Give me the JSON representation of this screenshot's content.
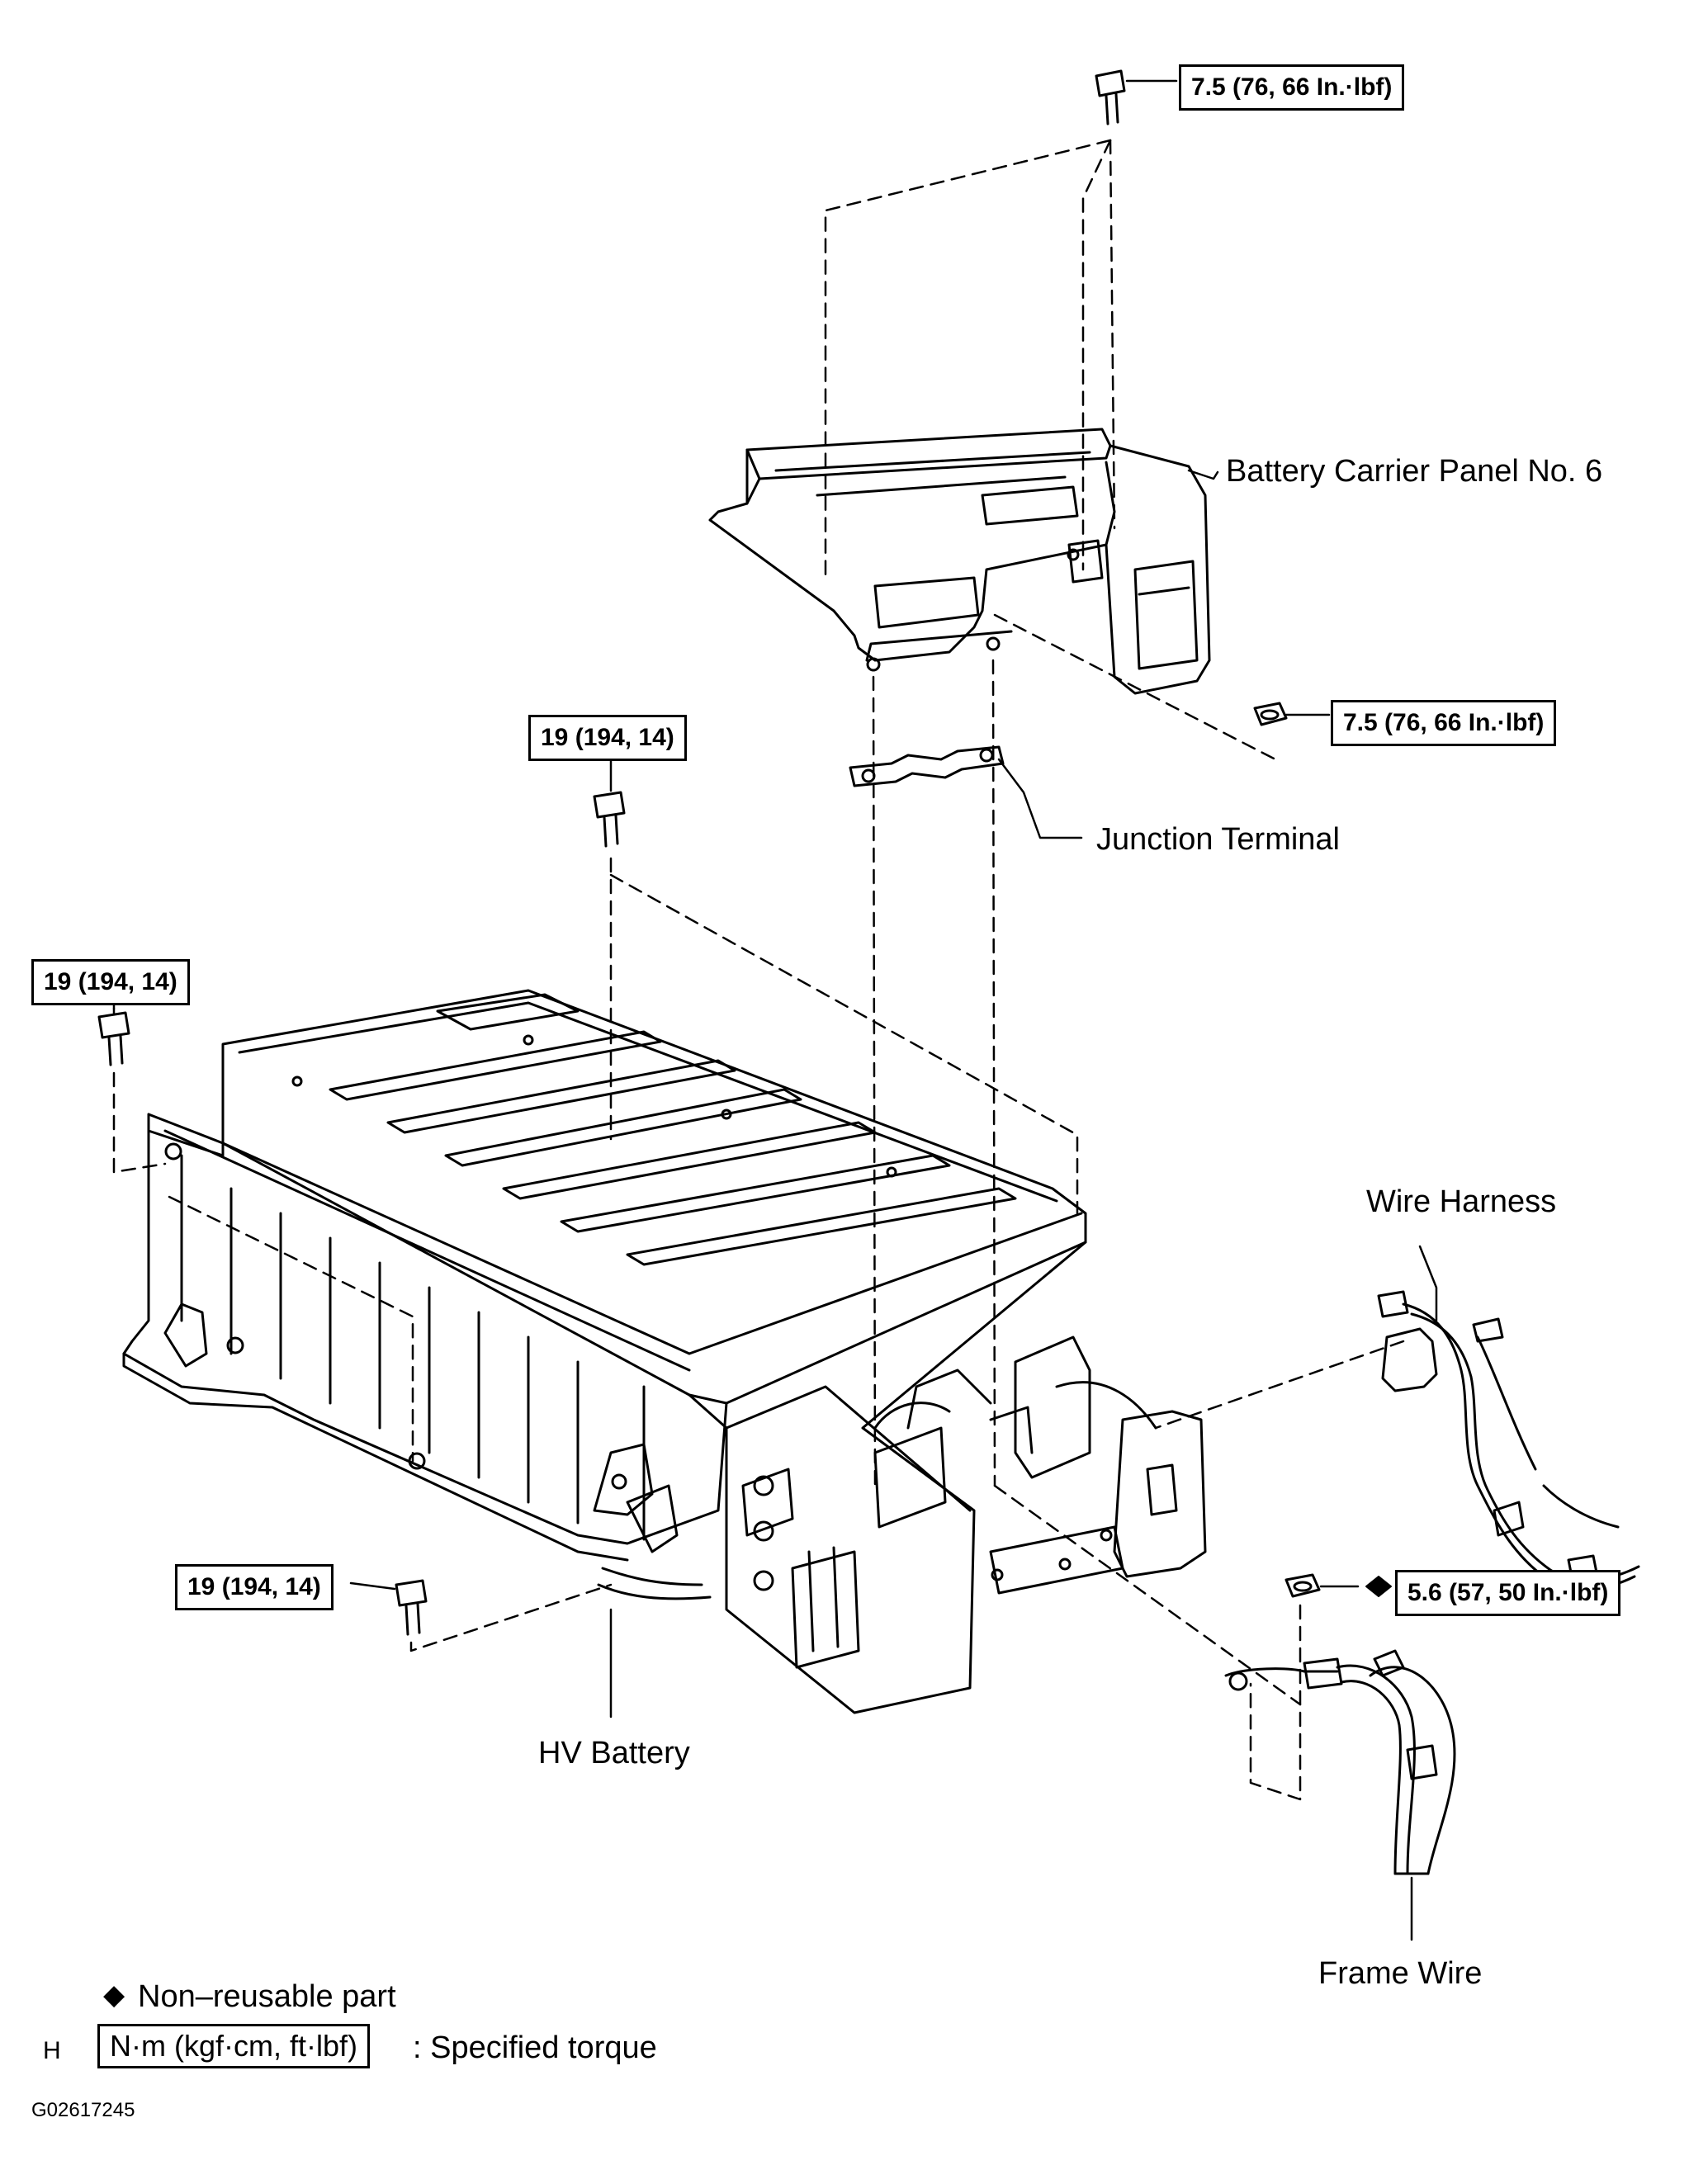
{
  "parts": {
    "battery_carrier_panel": "Battery Carrier Panel No. 6",
    "junction_terminal": "Junction Terminal",
    "wire_harness": "Wire Harness",
    "hv_battery": "HV Battery",
    "frame_wire": "Frame Wire"
  },
  "torques": {
    "top_bolt": "7.5 (76, 66 In.·lbf)",
    "panel_nut": "7.5 (76, 66 In.·lbf)",
    "center_bolt": "19 (194, 14)",
    "left_bolt": "19 (194, 14)",
    "front_bolt": "19 (194, 14)",
    "ground_nut": "5.6 (57, 50 In.·lbf)"
  },
  "legend": {
    "nonreusable_symbol": "◆",
    "nonreusable_text": "Non–reusable part",
    "h_mark": "H",
    "torque_box": "N·m (kgf·cm, ft·lbf)",
    "torque_text": ": Specified torque"
  },
  "figure_id": "G02617245"
}
